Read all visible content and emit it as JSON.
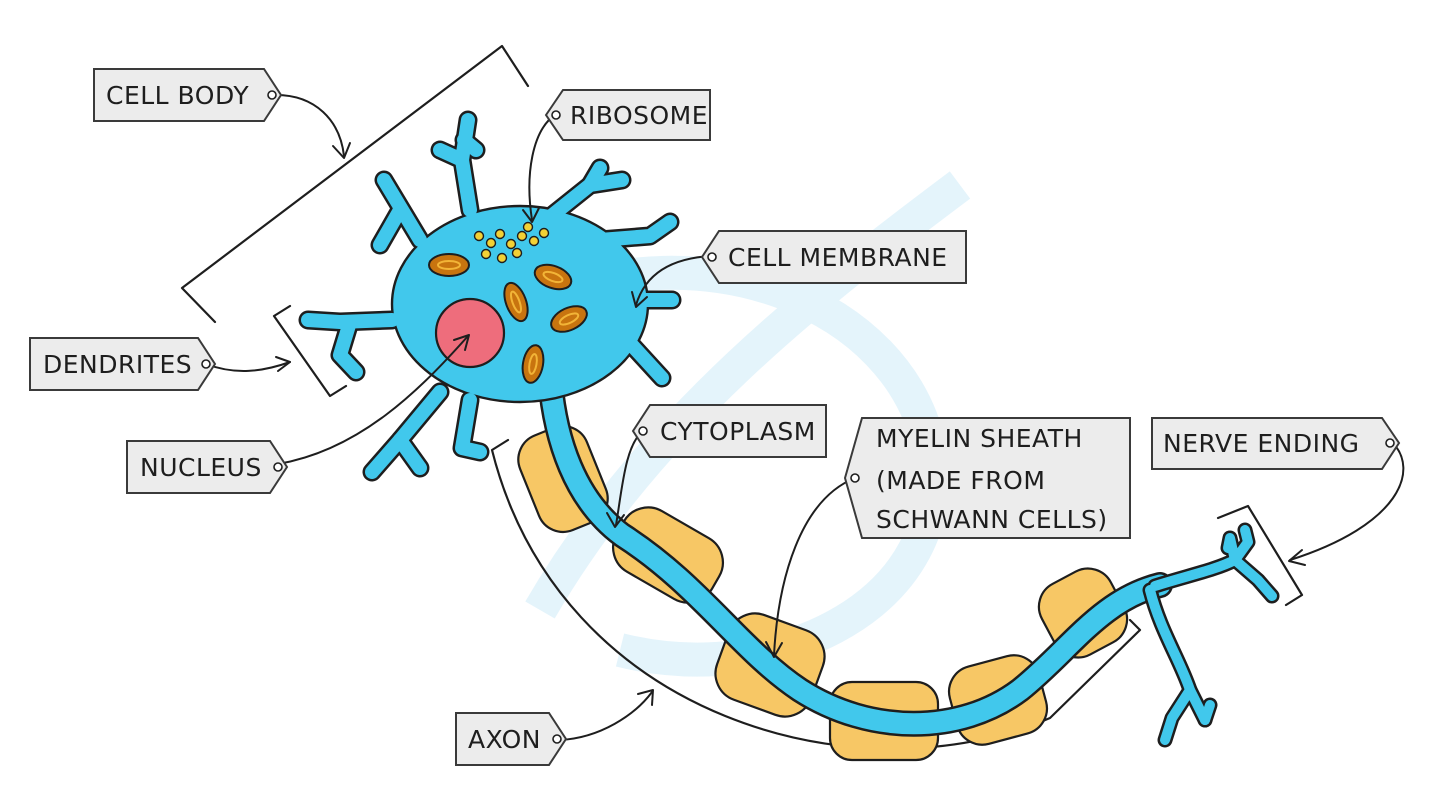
{
  "labels": {
    "cell_body": "CELL  BODY",
    "ribosome": "RIBOSOME",
    "cell_membrane": "CELL  MEMBRANE",
    "dendrites": "DENDRITES",
    "nucleus": "NUCLEUS",
    "cytoplasm": "CYTOPLASM",
    "myelin_sheath": [
      "MYELIN  SHEATH",
      "(MADE  FROM",
      "SCHWANN  CELLS)"
    ],
    "nerve_ending": "NERVE  ENDING",
    "axon": "AXON"
  },
  "colors": {
    "cell": "#41c8ec",
    "nucleus": "#ee6d7c",
    "myelin": "#f7c765",
    "organelle": "#c8740f",
    "organelle_inner": "#f2b437",
    "ribosome": "#f3d135",
    "outline": "#1e1e1e",
    "tag_fill": "#ececec",
    "watermark": "#e2f3fb"
  }
}
